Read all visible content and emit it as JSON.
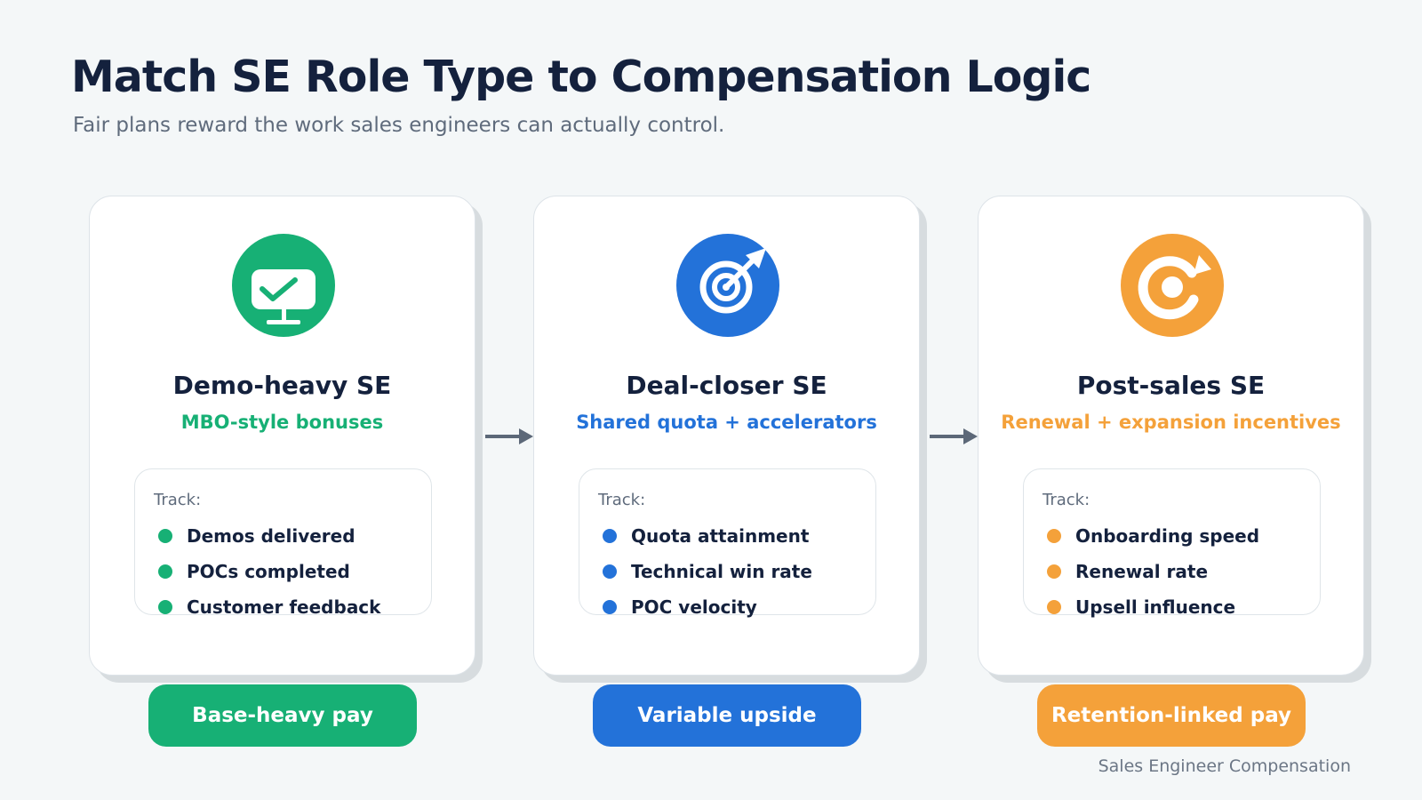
{
  "header": {
    "title": "Match SE Role Type to Compensation Logic",
    "subtitle": "Fair plans reward the work sales engineers can actually control."
  },
  "cards": [
    {
      "role": "Demo-heavy SE",
      "compensation": "MBO-style bonuses",
      "track_label": "Track:",
      "track_items": [
        "Demos delivered",
        "POCs completed",
        "Customer feedback"
      ],
      "pay_label": "Base-heavy pay",
      "icon": "monitor-check-icon",
      "color": "#17b075"
    },
    {
      "role": "Deal-closer SE",
      "compensation": "Shared quota + accelerators",
      "track_label": "Track:",
      "track_items": [
        "Quota attainment",
        "Technical win rate",
        "POC velocity"
      ],
      "pay_label": "Variable upside",
      "icon": "target-arrow-icon",
      "color": "#2372d9"
    },
    {
      "role": "Post-sales SE",
      "compensation": "Renewal + expansion incentives",
      "track_label": "Track:",
      "track_items": [
        "Onboarding speed",
        "Renewal rate",
        "Upsell influence"
      ],
      "pay_label": "Retention-linked pay",
      "icon": "renewal-cycle-icon",
      "color": "#f4a13a"
    }
  ],
  "footer": "Sales Engineer Compensation"
}
